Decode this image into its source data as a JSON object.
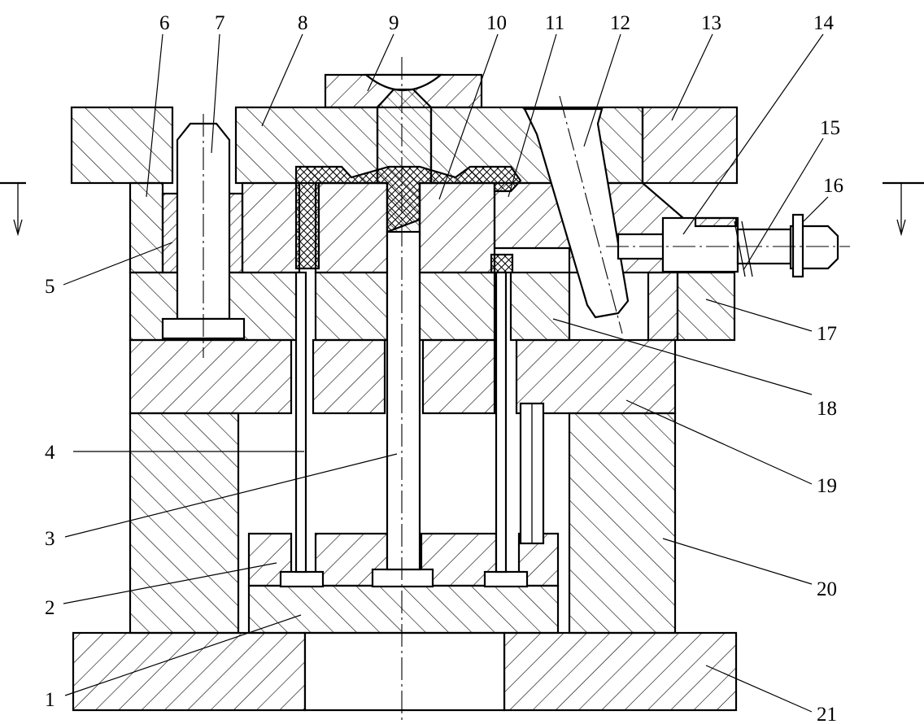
{
  "diagram": {
    "background": "#ffffff",
    "line_color": "#000000",
    "part_labels": [
      "1",
      "2",
      "3",
      "4",
      "5",
      "6",
      "7",
      "8",
      "9",
      "10",
      "11",
      "12",
      "13",
      "14",
      "15",
      "16",
      "17",
      "18",
      "19",
      "20",
      "21"
    ]
  }
}
